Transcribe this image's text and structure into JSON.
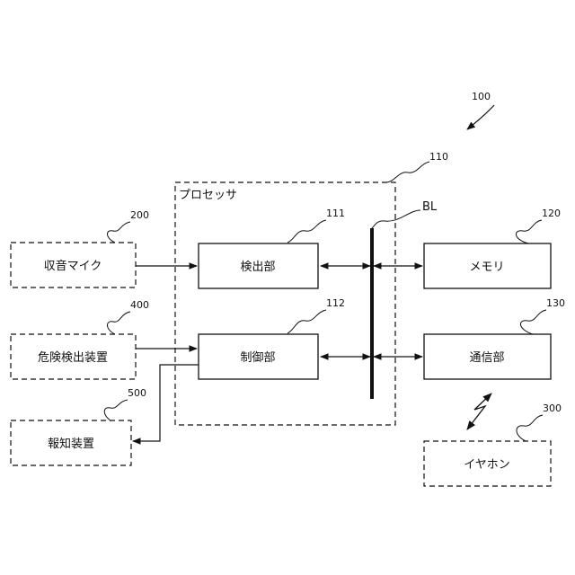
{
  "system_ref": "100",
  "processor": {
    "ref": "110",
    "label": "プロセッサ"
  },
  "blocks": {
    "detector": {
      "ref": "111",
      "label": "検出部"
    },
    "controller": {
      "ref": "112",
      "label": "制御部"
    },
    "memory": {
      "ref": "120",
      "label": "メモリ"
    },
    "comm": {
      "ref": "130",
      "label": "通信部"
    },
    "mic": {
      "ref": "200",
      "label": "収音マイク"
    },
    "earphone": {
      "ref": "300",
      "label": "イヤホン"
    },
    "danger": {
      "ref": "400",
      "label": "危険検出装置"
    },
    "notify": {
      "ref": "500",
      "label": "報知装置"
    }
  },
  "bus": {
    "label": "BL"
  }
}
